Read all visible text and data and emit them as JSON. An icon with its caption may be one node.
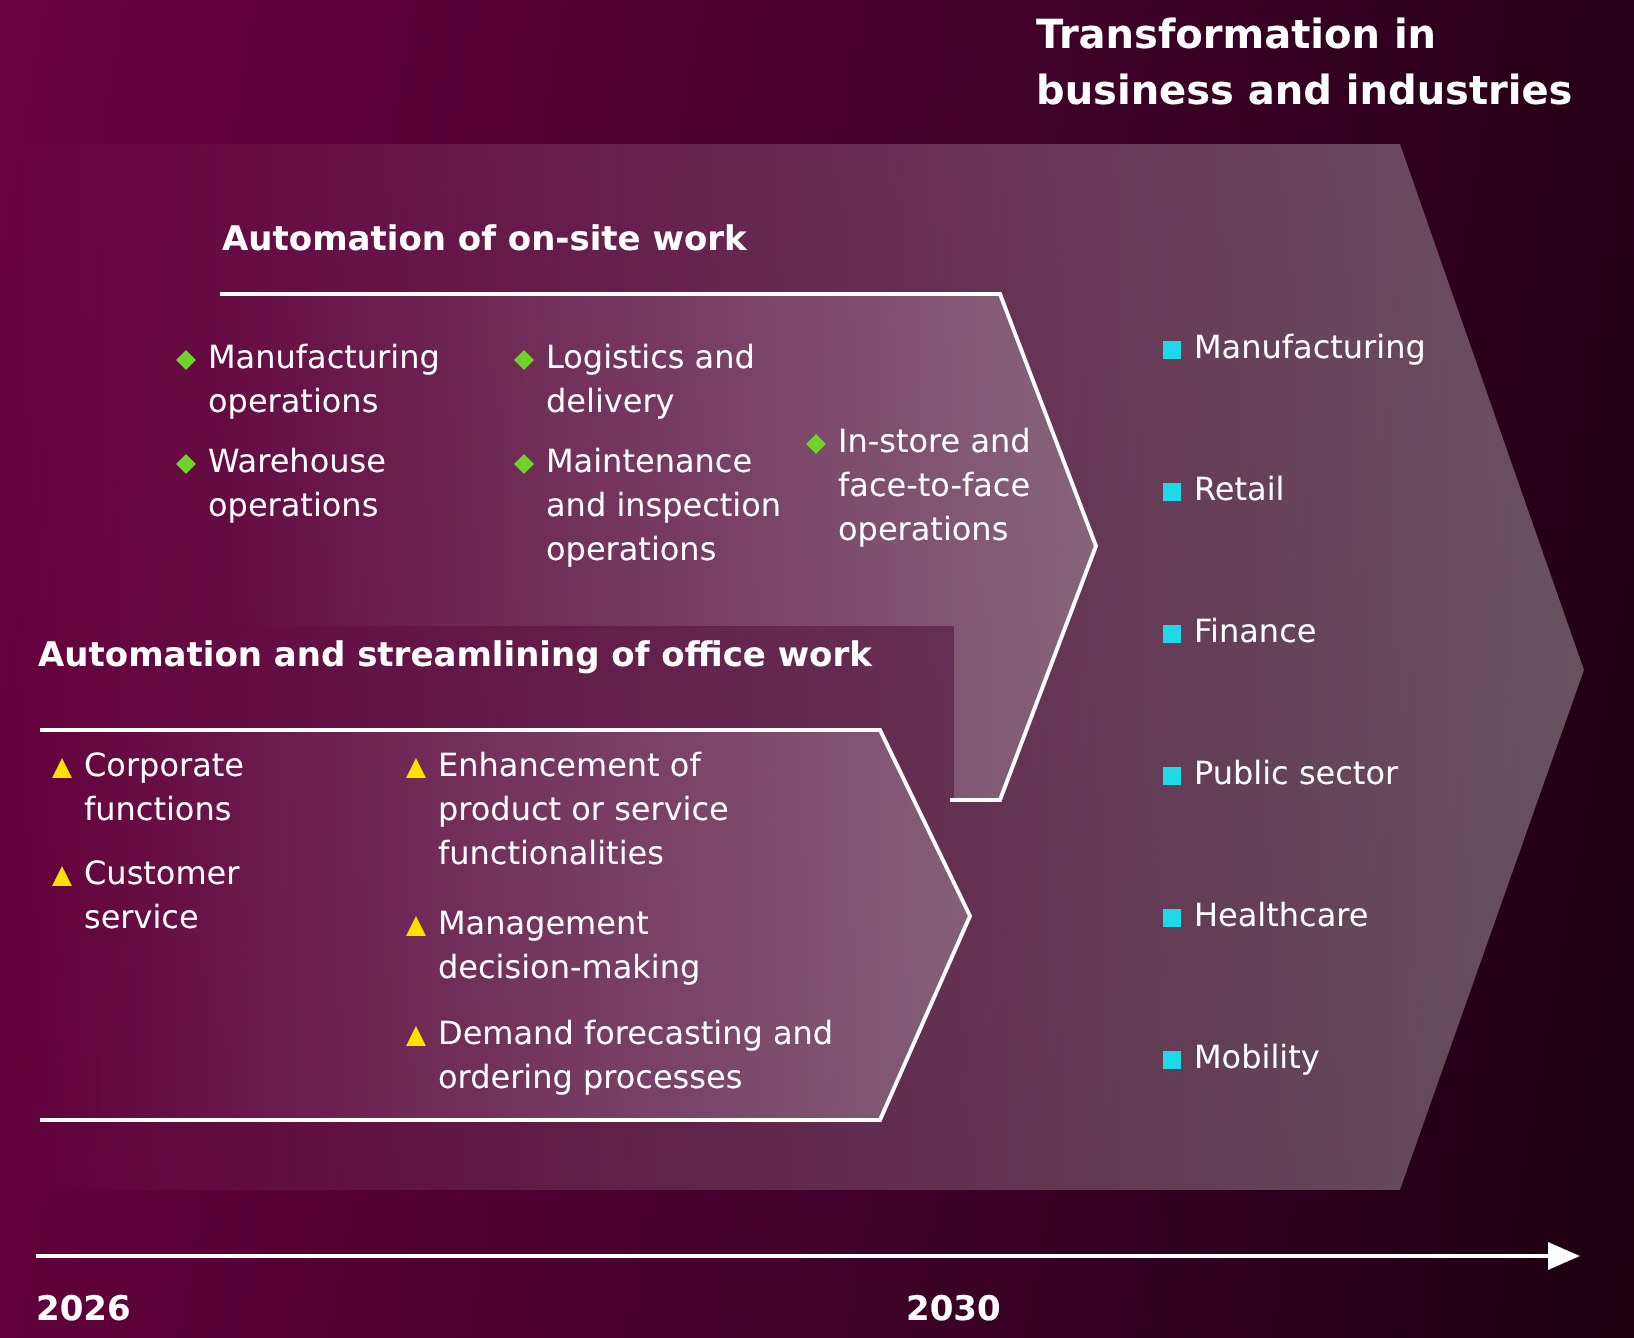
{
  "diagram": {
    "nodes": [
      {
        "text": [
          "Transformation in business and industries",
          "Manufacturing",
          "Retail",
          "Finance",
          "Public sector",
          "Healthcare",
          "Mobility"
        ]
      },
      {
        "text": [
          "Automation of on-site work",
          "Manufacturing operations",
          "Warehouse operations",
          "Logistics and delivery",
          "Maintenance and inspection operations",
          "In-store and face-to-face operations"
        ],
        "in": 0
      },
      {
        "text": [
          "Automation and streamlining of office work",
          "Corporate functions",
          "Customer service",
          "Enhancement of product or service functionalities",
          "Management decision-making",
          "Demand forecasting and ordering processes"
        ],
        "in": 0
      }
    ],
    "edges": [],
    "labels": [
      "2026",
      "2030"
    ]
  }
}
